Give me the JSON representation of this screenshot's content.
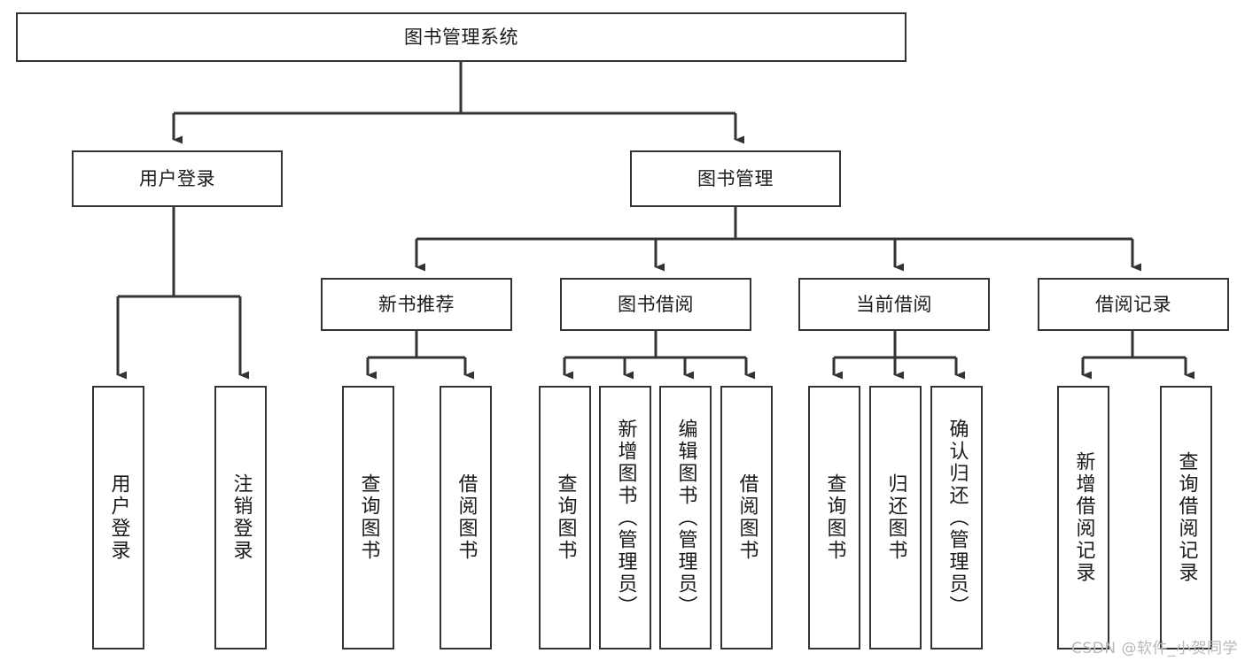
{
  "diagram": {
    "title": "图书管理系统",
    "root": {
      "id": "root",
      "label": "图书管理系统"
    },
    "level2": [
      {
        "id": "user-login",
        "label": "用户登录"
      },
      {
        "id": "book-management",
        "label": "图书管理"
      }
    ],
    "level3": [
      {
        "id": "new-book-recommend",
        "label": "新书推荐"
      },
      {
        "id": "book-borrow",
        "label": "图书借阅"
      },
      {
        "id": "current-borrow",
        "label": "当前借阅"
      },
      {
        "id": "borrow-record",
        "label": "借阅记录"
      }
    ],
    "leaves": [
      {
        "id": "leaf-user-login",
        "label": "用户登录"
      },
      {
        "id": "leaf-logout-login",
        "label": "注销登录"
      },
      {
        "id": "leaf-query-book-1",
        "label": "查询图书"
      },
      {
        "id": "leaf-borrow-book-1",
        "label": "借阅图书"
      },
      {
        "id": "leaf-query-book-2",
        "label": "查询图书"
      },
      {
        "id": "leaf-add-book-admin",
        "label": "新增图书（管理员）"
      },
      {
        "id": "leaf-edit-book-admin",
        "label": "编辑图书（管理员）"
      },
      {
        "id": "leaf-borrow-book-2",
        "label": "借阅图书"
      },
      {
        "id": "leaf-query-book-3",
        "label": "查询图书"
      },
      {
        "id": "leaf-return-book",
        "label": "归还图书"
      },
      {
        "id": "leaf-confirm-return-admin",
        "label": "确认归还（管理员）"
      },
      {
        "id": "leaf-add-borrow-record",
        "label": "新增借阅记录"
      },
      {
        "id": "leaf-query-borrow-record",
        "label": "查询借阅记录"
      }
    ],
    "colors": {
      "box_border": "#333333",
      "box_fill": "#ffffff",
      "connector": "#333333",
      "text": "#1a1a1a",
      "watermark": "#b8b8b8"
    }
  },
  "watermark": {
    "text": "CSDN @软件_小贺同学"
  }
}
